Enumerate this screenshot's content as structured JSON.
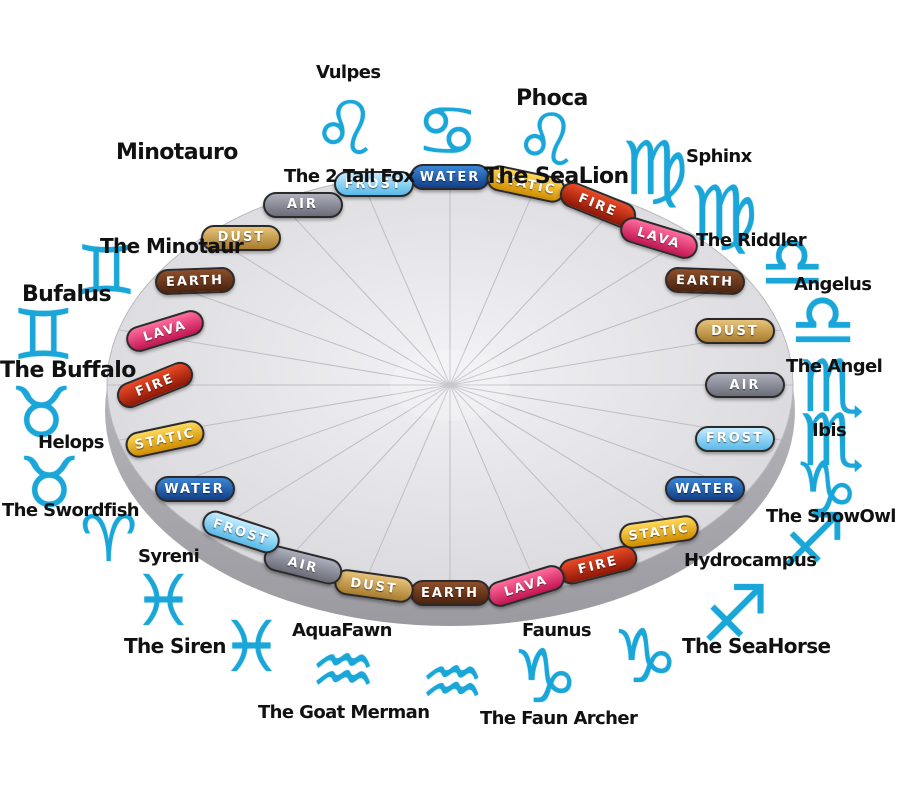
{
  "colors": {
    "glyph": "#1aa6d9",
    "disc_top": "#d8d8dc",
    "disc_rim": "#9a9aa0",
    "element_colors": {
      "WATER": "#1f5fae",
      "FROST": "#8fd3f2",
      "STATIC": "#e8b21c",
      "FIRE": "#c62a14",
      "LAVA": "#e2336e",
      "EARTH": "#6e3a1e",
      "DUST": "#c9a24c",
      "AIR": "#8a8c98"
    }
  },
  "elements": [
    {
      "text": "WATER",
      "element": "WATER",
      "angle": 0
    },
    {
      "text": "STATIC",
      "element": "STATIC",
      "angle": 1
    },
    {
      "text": "FIRE",
      "element": "FIRE",
      "angle": 2
    },
    {
      "text": "LAVA",
      "element": "LAVA",
      "angle": 3
    },
    {
      "text": "EARTH",
      "element": "EARTH",
      "angle": 4
    },
    {
      "text": "DUST",
      "element": "DUST",
      "angle": 5
    },
    {
      "text": "AIR",
      "element": "AIR",
      "angle": 6
    },
    {
      "text": "FROST",
      "element": "FROST",
      "angle": 7
    },
    {
      "text": "WATER",
      "element": "WATER",
      "angle": 8
    },
    {
      "text": "STATIC",
      "element": "STATIC",
      "angle": 9
    },
    {
      "text": "FIRE",
      "element": "FIRE",
      "angle": 10
    },
    {
      "text": "LAVA",
      "element": "LAVA",
      "angle": 11
    },
    {
      "text": "EARTH",
      "element": "EARTH",
      "angle": 12
    },
    {
      "text": "DUST",
      "element": "DUST",
      "angle": 13
    },
    {
      "text": "AIR",
      "element": "AIR",
      "angle": 14
    },
    {
      "text": "FROST",
      "element": "FROST",
      "angle": 15
    },
    {
      "text": "WATER",
      "element": "WATER",
      "angle": 16
    },
    {
      "text": "STATIC",
      "element": "STATIC",
      "angle": 17
    },
    {
      "text": "FIRE",
      "element": "FIRE",
      "angle": 18
    },
    {
      "text": "LAVA",
      "element": "LAVA",
      "angle": 19
    },
    {
      "text": "EARTH",
      "element": "EARTH",
      "angle": 20
    },
    {
      "text": "DUST",
      "element": "DUST",
      "angle": 21
    },
    {
      "text": "AIR",
      "element": "AIR",
      "angle": 22
    },
    {
      "text": "FROST",
      "element": "FROST",
      "angle": 23
    }
  ],
  "glyphs": [
    {
      "name": "leo-icon",
      "char": "♌"
    },
    {
      "name": "cancer-icon",
      "char": "♋"
    },
    {
      "name": "leo-icon",
      "char": "♌"
    },
    {
      "name": "virgo-icon",
      "char": "♍"
    },
    {
      "name": "virgo-icon",
      "char": "♍"
    },
    {
      "name": "libra-icon",
      "char": "♎"
    },
    {
      "name": "libra-icon",
      "char": "♎"
    },
    {
      "name": "scorpio-icon",
      "char": "♏"
    },
    {
      "name": "scorpio-icon",
      "char": "♏"
    },
    {
      "name": "capricorn-icon",
      "char": "♑"
    },
    {
      "name": "sagittarius-icon",
      "char": "♐"
    },
    {
      "name": "sagittarius-icon",
      "char": "♐"
    },
    {
      "name": "capricorn-icon",
      "char": "♑"
    },
    {
      "name": "capricorn-icon",
      "char": "♑"
    },
    {
      "name": "aquarius-icon",
      "char": "♒"
    },
    {
      "name": "aquarius-icon",
      "char": "♒"
    },
    {
      "name": "pisces-icon",
      "char": "♓"
    },
    {
      "name": "pisces-icon",
      "char": "♓"
    },
    {
      "name": "aries-icon",
      "char": "♈"
    },
    {
      "name": "taurus-icon",
      "char": "♉"
    },
    {
      "name": "taurus-icon",
      "char": "♉"
    },
    {
      "name": "gemini-icon",
      "char": "♊"
    },
    {
      "name": "gemini-icon",
      "char": "♊"
    }
  ],
  "labels": [
    {
      "text": "Vulpes"
    },
    {
      "text": "Phoca"
    },
    {
      "text": "Minotauro"
    },
    {
      "text": "The 2 Tail Fox"
    },
    {
      "text": "The SeaLion"
    },
    {
      "text": "Sphinx"
    },
    {
      "text": "The Minotaur"
    },
    {
      "text": "The Riddler"
    },
    {
      "text": "Bufalus"
    },
    {
      "text": "Angelus"
    },
    {
      "text": "The Buffalo"
    },
    {
      "text": "The Angel"
    },
    {
      "text": "Helops"
    },
    {
      "text": "Ibis"
    },
    {
      "text": "The Swordfish"
    },
    {
      "text": "The SnowOwl"
    },
    {
      "text": "Syreni"
    },
    {
      "text": "Hydrocampus"
    },
    {
      "text": "AquaFawn"
    },
    {
      "text": "Faunus"
    },
    {
      "text": "The Siren"
    },
    {
      "text": "The SeaHorse"
    },
    {
      "text": "The Goat Merman"
    },
    {
      "text": "The Faun Archer"
    }
  ]
}
